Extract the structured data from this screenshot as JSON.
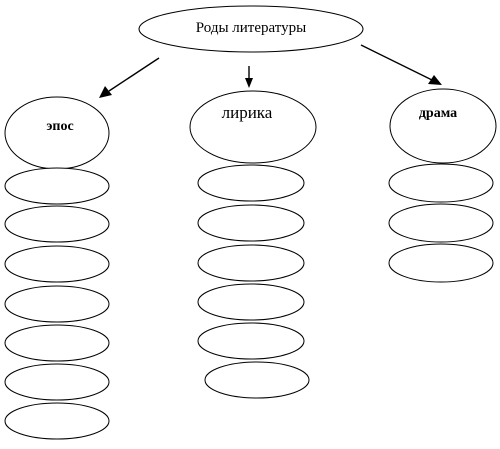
{
  "root": {
    "label": "Роды литературы"
  },
  "branches": [
    {
      "id": "epos",
      "label": "эпос",
      "blank_count": 7
    },
    {
      "id": "lirika",
      "label": "лирика",
      "blank_count": 6
    },
    {
      "id": "drama",
      "label": "драма",
      "blank_count": 3
    }
  ],
  "colors": {
    "stroke": "#000000",
    "fill": "#ffffff"
  }
}
